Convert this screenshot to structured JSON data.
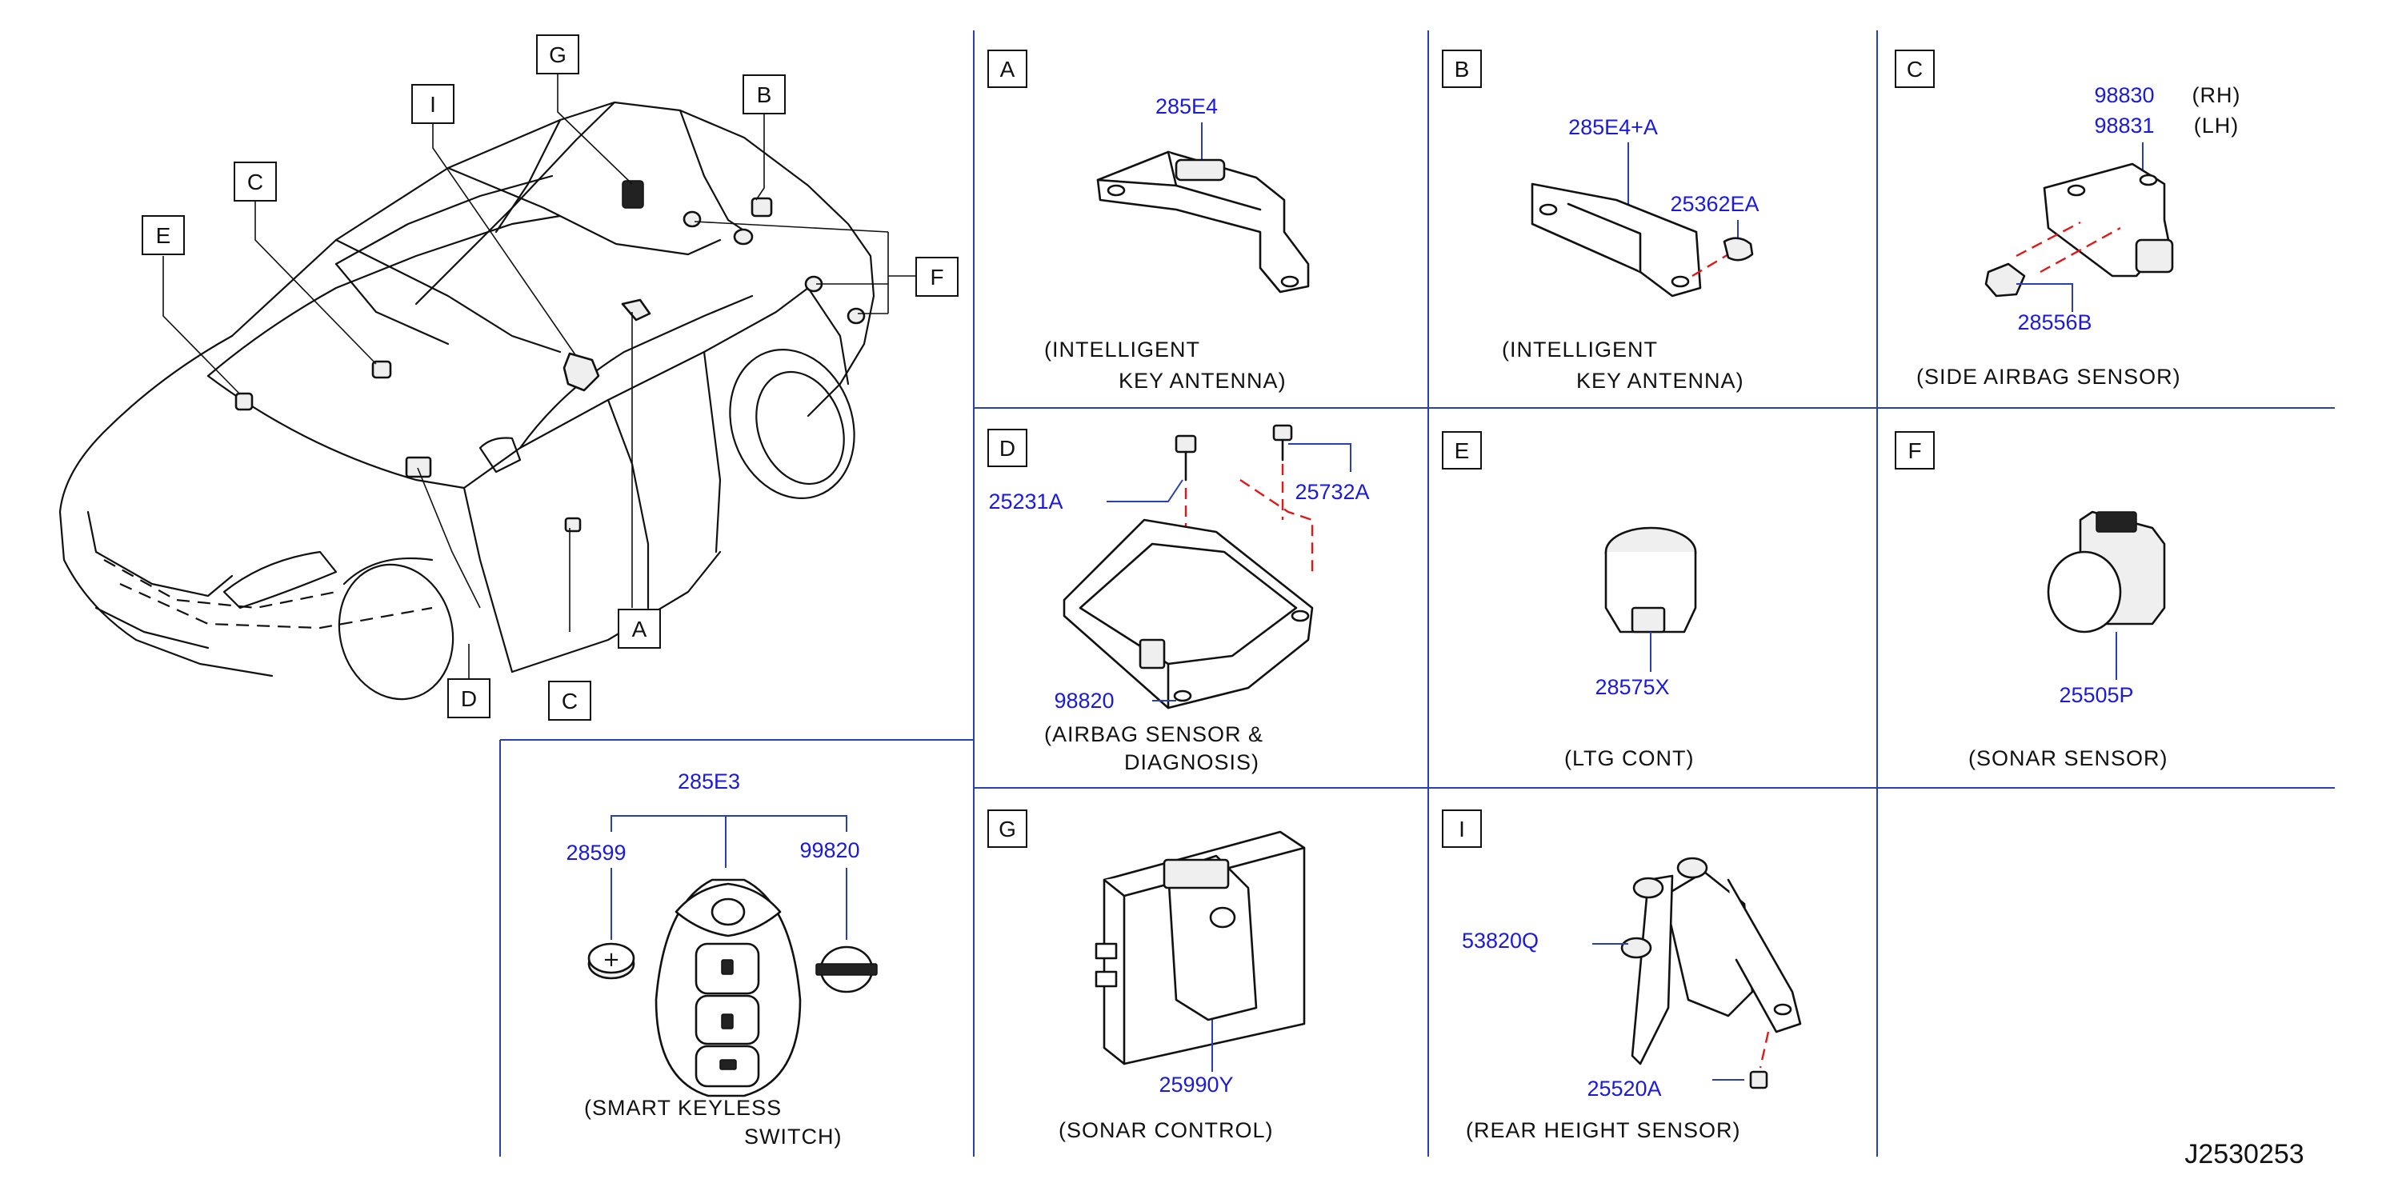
{
  "diagram_id": "J2530253",
  "overview": {
    "callouts": [
      "G",
      "I",
      "B",
      "C",
      "E",
      "F",
      "A",
      "D",
      "C"
    ]
  },
  "panels": {
    "A": {
      "letter": "A",
      "part": "285E4",
      "caption_1": "(INTELLIGENT",
      "caption_2": "KEY   ANTENNA)"
    },
    "B": {
      "letter": "B",
      "part_1": "285E4+A",
      "part_2": "25362EA",
      "caption_1": "(INTELLIGENT",
      "caption_2": "KEY   ANTENNA)"
    },
    "C": {
      "letter": "C",
      "part_rh": "98830",
      "part_rh_side": "(RH)",
      "part_lh": "98831",
      "part_lh_side": "(LH)",
      "part_nut": "28556B",
      "caption": "(SIDE   AIRBAG   SENSOR)"
    },
    "D": {
      "letter": "D",
      "part_bolt_1": "25231A",
      "part_bolt_2": "25732A",
      "part_unit": "98820",
      "caption_1": "(AIRBAG   SENSOR   &",
      "caption_2": "DIAGNOSIS)"
    },
    "E": {
      "letter": "E",
      "part": "28575X",
      "caption": "(LTG   CONT)"
    },
    "F": {
      "letter": "F",
      "part": "25505P",
      "caption": "(SONAR   SENSOR)"
    },
    "G": {
      "letter": "G",
      "part": "25990Y",
      "caption": "(SONAR   CONTROL)"
    },
    "I": {
      "letter": "I",
      "part_1": "53820Q",
      "part_2": "25520A",
      "caption": "(REAR   HEIGHT   SENSOR)"
    },
    "keyless": {
      "part_main": "285E3",
      "part_battery": "28599",
      "part_emblem": "99820",
      "caption_1": "(SMART   KEYLESS",
      "caption_2": "SWITCH)"
    }
  },
  "colors": {
    "part_number": "#1a1adc",
    "grid": "#2a3fb0",
    "fastener_dash": "#e01818",
    "ink": "#111111"
  }
}
